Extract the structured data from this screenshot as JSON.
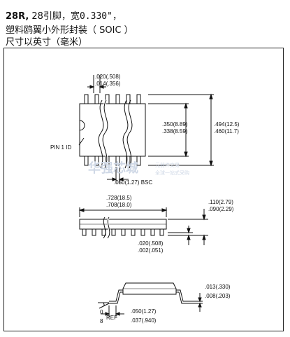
{
  "header": {
    "package_code": "28R,",
    "line1_rest": " 28引脚，宽",
    "line1_width": "0.330\"",
    "line1_tail": "，",
    "line2": "塑料鸥翼小外形封装（ SOIC ）",
    "line3": "尺寸以英寸（毫米）"
  },
  "top_view": {
    "lead_width_max": ".020(.508)",
    "lead_width_min": ".014(.356)",
    "body_width_max": ".350(8.89)",
    "body_width_min": ".338(8.59)",
    "overall_width_max": ".494(12.5)",
    "overall_width_min": ".460(11.7)",
    "pin1_label": "PIN 1 ID",
    "pitch": ".050(1.27) BSC"
  },
  "side_view": {
    "length_max": ".728(18.5)",
    "length_min": ".708(18.0)",
    "height_max": ".110(2.79)",
    "height_min": ".090(2.29)",
    "standoff_max": ".020(.508)",
    "standoff_min": ".002(.051)"
  },
  "end_view": {
    "lead_thickness_max": ".013(.330)",
    "lead_thickness_min": ".008(.203)",
    "angle_max": "0",
    "angle_min": "8",
    "angle_ref": "REF",
    "foot_length_max": ".050(1.27)",
    "foot_length_min": ".037(.940)"
  },
  "watermark": {
    "main": "华强芯城",
    "sub1": "元器件交易",
    "sub2": "全球一站式采购"
  }
}
